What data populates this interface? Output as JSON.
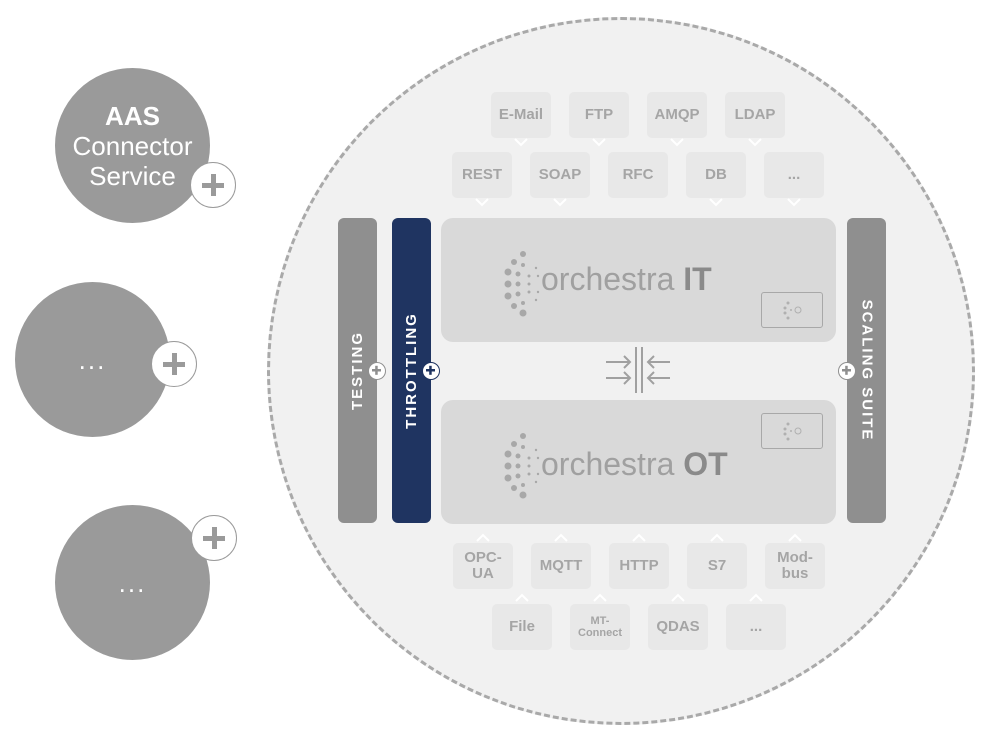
{
  "services": [
    {
      "title": "AAS",
      "line2": "Connector",
      "line3": "Service"
    },
    {
      "label": "..."
    },
    {
      "label": "..."
    }
  ],
  "protocols_top_row1": [
    "E-Mail",
    "FTP",
    "AMQP",
    "LDAP"
  ],
  "protocols_top_row2": [
    "REST",
    "SOAP",
    "RFC",
    "DB",
    "..."
  ],
  "protocols_bottom_row1": [
    "OPC-UA",
    "MQTT",
    "HTTP",
    "S7",
    "Mod-bus"
  ],
  "protocols_bottom_row2": [
    "File",
    "MT-Connect",
    "QDAS",
    "..."
  ],
  "bars": {
    "testing": "TESTING",
    "throttling": "THROTTLING",
    "scaling": "SCALING SUITE"
  },
  "orchestra_it": {
    "word": "orchestra",
    "suffix": "IT"
  },
  "orchestra_ot": {
    "word": "orchestra",
    "suffix": "OT"
  },
  "icons": [
    "plus-icon",
    "chevron-down-icon",
    "chevron-up-icon",
    "merge-arrows-icon",
    "chip-icon",
    "orchestra-logo-icon"
  ],
  "colors": {
    "circle_grey": "#9a9a9a",
    "throttling_navy": "#1f3461",
    "bar_grey": "#8f8f8f",
    "panel_grey": "#d9d9d9",
    "box_grey": "#e8e8e8"
  }
}
